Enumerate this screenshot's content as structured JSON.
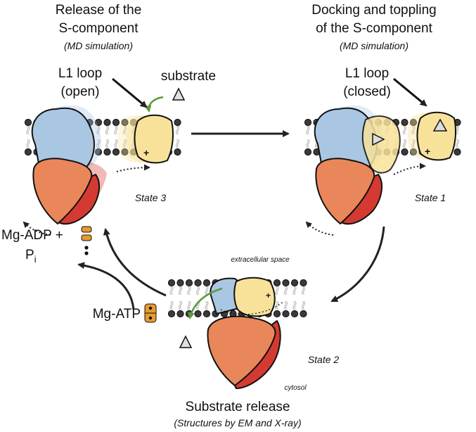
{
  "titles": {
    "top_left_line1": "Release of the",
    "top_left_line2": "S-component",
    "top_left_method": "(MD simulation)",
    "top_right_line1": "Docking and toppling",
    "top_right_line2": "of the S-component",
    "top_right_method": "(MD simulation)",
    "bottom_line1": "Substrate release",
    "bottom_method": "(Structures by EM and X-ray)"
  },
  "labels": {
    "l1_open_line1": "L1 loop",
    "l1_open_line2": "(open)",
    "substrate": "substrate",
    "l1_closed_line1": "L1 loop",
    "l1_closed_line2": "(closed)",
    "state3": "State 3",
    "state1": "State 1",
    "state2": "State 2",
    "extracellular": "extracellular space",
    "cytosol": "cytosol",
    "mg_adp": "Mg-ADP +",
    "pi": "P",
    "pi_sub": "i",
    "mg_atp": "Mg-ATP"
  },
  "colors": {
    "blue": "#a9c7e2",
    "orange": "#e9875a",
    "red": "#d53a32",
    "yellow": "#f8e29a",
    "arrow_green": "#5b9a3f",
    "nucleotide": "#e69b2c",
    "arrow": "#222222"
  }
}
